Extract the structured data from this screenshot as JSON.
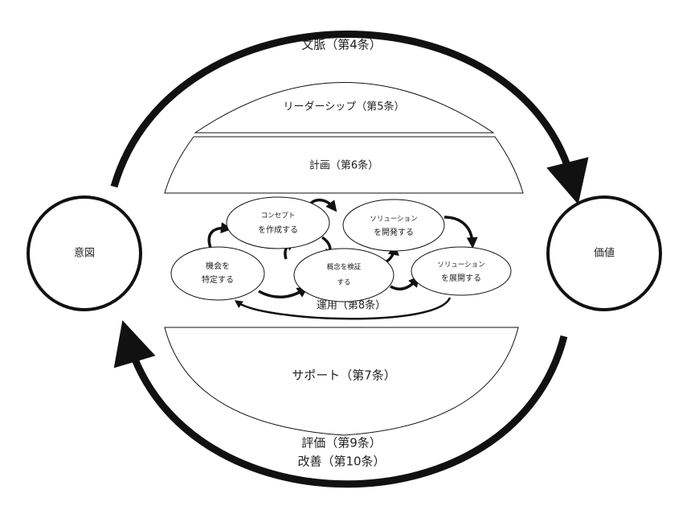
{
  "diagram": {
    "intent": "意図",
    "value": "価値",
    "context": "文脈（第4条）",
    "leadership": "リーダーシップ（第5条）",
    "planning": "計画（第6条）",
    "operation": "運用（第8条）",
    "support": "サポート（第7条）",
    "evaluation": "評価（第9条）",
    "improvement": "改善（第10条）",
    "process": {
      "identify_opportunity": [
        "機会を",
        "特定する"
      ],
      "create_concept": [
        "コンセプト",
        "を作成する"
      ],
      "validate_concept": [
        "概念を検証",
        "する"
      ],
      "develop_solution": [
        "ソリューション",
        "を開発する"
      ],
      "deploy_solution": [
        "ソリューション",
        "を展開する"
      ]
    }
  }
}
